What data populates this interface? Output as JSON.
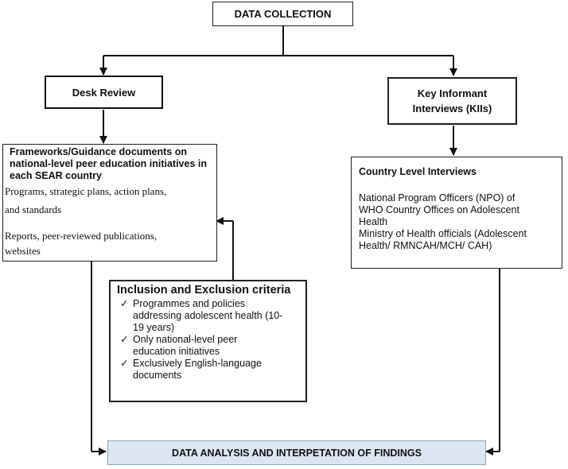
{
  "title": "DATA COLLECTION",
  "desk_review": {
    "label": "Desk Review"
  },
  "kii": {
    "label_line1": "Key Informant",
    "label_line2": "Interviews (KIIs)"
  },
  "frameworks": {
    "heading_line1": "Frameworks/Guidance documents on",
    "heading_line2": "national-level peer education initiatives in",
    "heading_line3": "each SEAR country",
    "item1_line1": "Programs, strategic plans, action plans,",
    "item1_line2": "and standards",
    "item2_line1": "Reports, peer-reviewed publications,",
    "item2_line2": "websites"
  },
  "country": {
    "heading": "Country Level Interviews",
    "para1_line1": "National Program Officers (NPO) of",
    "para1_line2": "WHO Country Offices on Adolescent",
    "para1_line3": "Health",
    "para2_line1": "Ministry of Health officials (Adolescent",
    "para2_line2": "Health/ RMNCAH/MCH/ CAH)"
  },
  "criteria": {
    "heading": "Inclusion and Exclusion criteria",
    "check_mark": "✓",
    "items": [
      {
        "line1": "Programmes and policies",
        "line2": "addressing adolescent health (10-",
        "line3": "19 years)"
      },
      {
        "line1": "Only national-level peer",
        "line2": "education initiatives"
      },
      {
        "line1": "Exclusively English-language",
        "line2": "documents"
      }
    ]
  },
  "analysis": {
    "label": "DATA ANALYSIS AND INTERPETATION OF FINDINGS",
    "fill_color": "#dce6f2"
  }
}
